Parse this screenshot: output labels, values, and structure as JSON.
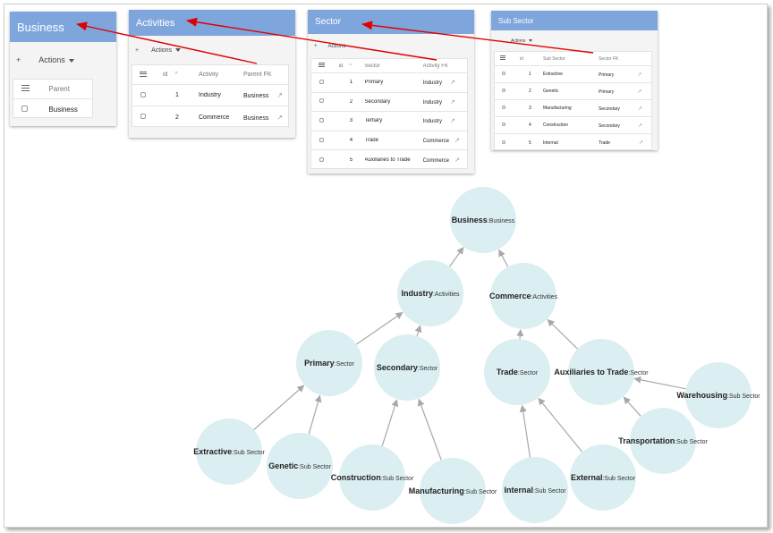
{
  "business": {
    "title": "Business",
    "actions_plus": "+",
    "actions_label": "Actions",
    "column_header": "Parent",
    "rows": [
      "Business"
    ]
  },
  "activities": {
    "title": "Activities",
    "actions_plus": "+",
    "actions_label": "Actions",
    "columns": [
      "id",
      "Activity",
      "Parent FK"
    ],
    "sort_icon": "^",
    "rows": [
      {
        "id": "1",
        "activity": "Industry",
        "fk": "Business"
      },
      {
        "id": "2",
        "activity": "Commerce",
        "fk": "Business"
      }
    ]
  },
  "sector": {
    "title": "Sector",
    "actions_plus": "+",
    "actions_label": "Actions",
    "columns": [
      "id",
      "Sector",
      "Activity FK"
    ],
    "sort_icon": "^",
    "rows": [
      {
        "id": "1",
        "name": "Primary",
        "fk": "Industry"
      },
      {
        "id": "2",
        "name": "Secondary",
        "fk": "Industry"
      },
      {
        "id": "3",
        "name": "Tertiary",
        "fk": "Industry"
      },
      {
        "id": "4",
        "name": "Trade",
        "fk": "Commerce"
      },
      {
        "id": "5",
        "name": "Auxiliaries to Trade",
        "fk": "Commerce"
      }
    ]
  },
  "subsector": {
    "title": "Sub Sector",
    "actions_label": "Actions",
    "columns": [
      "id",
      "Sub Sector",
      "Sector FK"
    ],
    "rows": [
      {
        "id": "1",
        "name": "Extractive",
        "fk": "Primary"
      },
      {
        "id": "2",
        "name": "Genetic",
        "fk": "Primary"
      },
      {
        "id": "3",
        "name": "Manufacturing",
        "fk": "Secondary"
      },
      {
        "id": "4",
        "name": "Construction",
        "fk": "Secondary"
      },
      {
        "id": "5",
        "name": "Internal",
        "fk": "Trade"
      }
    ]
  },
  "graph": {
    "nodes": [
      {
        "id": "business",
        "name": "Business",
        "type": "Business"
      },
      {
        "id": "industry",
        "name": "Industry",
        "type": "Activities"
      },
      {
        "id": "commerce",
        "name": "Commerce",
        "type": "Activities"
      },
      {
        "id": "primary",
        "name": "Primary",
        "type": "Sector"
      },
      {
        "id": "secondary",
        "name": "Secondary",
        "type": "Sector"
      },
      {
        "id": "trade",
        "name": "Trade",
        "type": "Sector"
      },
      {
        "id": "auxiliaries",
        "name": "Auxiliaries to Trade",
        "type": "Sector"
      },
      {
        "id": "warehousing",
        "name": "Warehousing",
        "type": "Sub Sector"
      },
      {
        "id": "transportation",
        "name": "Transportation",
        "type": "Sub Sector"
      },
      {
        "id": "extractive",
        "name": "Extractive",
        "type": "Sub Sector"
      },
      {
        "id": "genetic",
        "name": "Genetic",
        "type": "Sub Sector"
      },
      {
        "id": "construction",
        "name": "Construction",
        "type": "Sub Sector"
      },
      {
        "id": "manufacturing",
        "name": "Manufacturing",
        "type": "Sub Sector"
      },
      {
        "id": "internal",
        "name": "Internal",
        "type": "Sub Sector"
      },
      {
        "id": "external",
        "name": "External",
        "type": "Sub Sector"
      }
    ],
    "edges": [
      [
        "industry",
        "business"
      ],
      [
        "commerce",
        "business"
      ],
      [
        "primary",
        "industry"
      ],
      [
        "secondary",
        "industry"
      ],
      [
        "trade",
        "commerce"
      ],
      [
        "auxiliaries",
        "commerce"
      ],
      [
        "extractive",
        "primary"
      ],
      [
        "genetic",
        "primary"
      ],
      [
        "construction",
        "secondary"
      ],
      [
        "manufacturing",
        "secondary"
      ],
      [
        "internal",
        "trade"
      ],
      [
        "external",
        "trade"
      ],
      [
        "warehousing",
        "auxiliaries"
      ],
      [
        "transportation",
        "auxiliaries"
      ]
    ]
  },
  "colors": {
    "header_blue": "#7ea6dc",
    "node_fill": "#dbeef2",
    "edge_gray": "#a8a8a8",
    "red_arrow": "#e00000"
  }
}
